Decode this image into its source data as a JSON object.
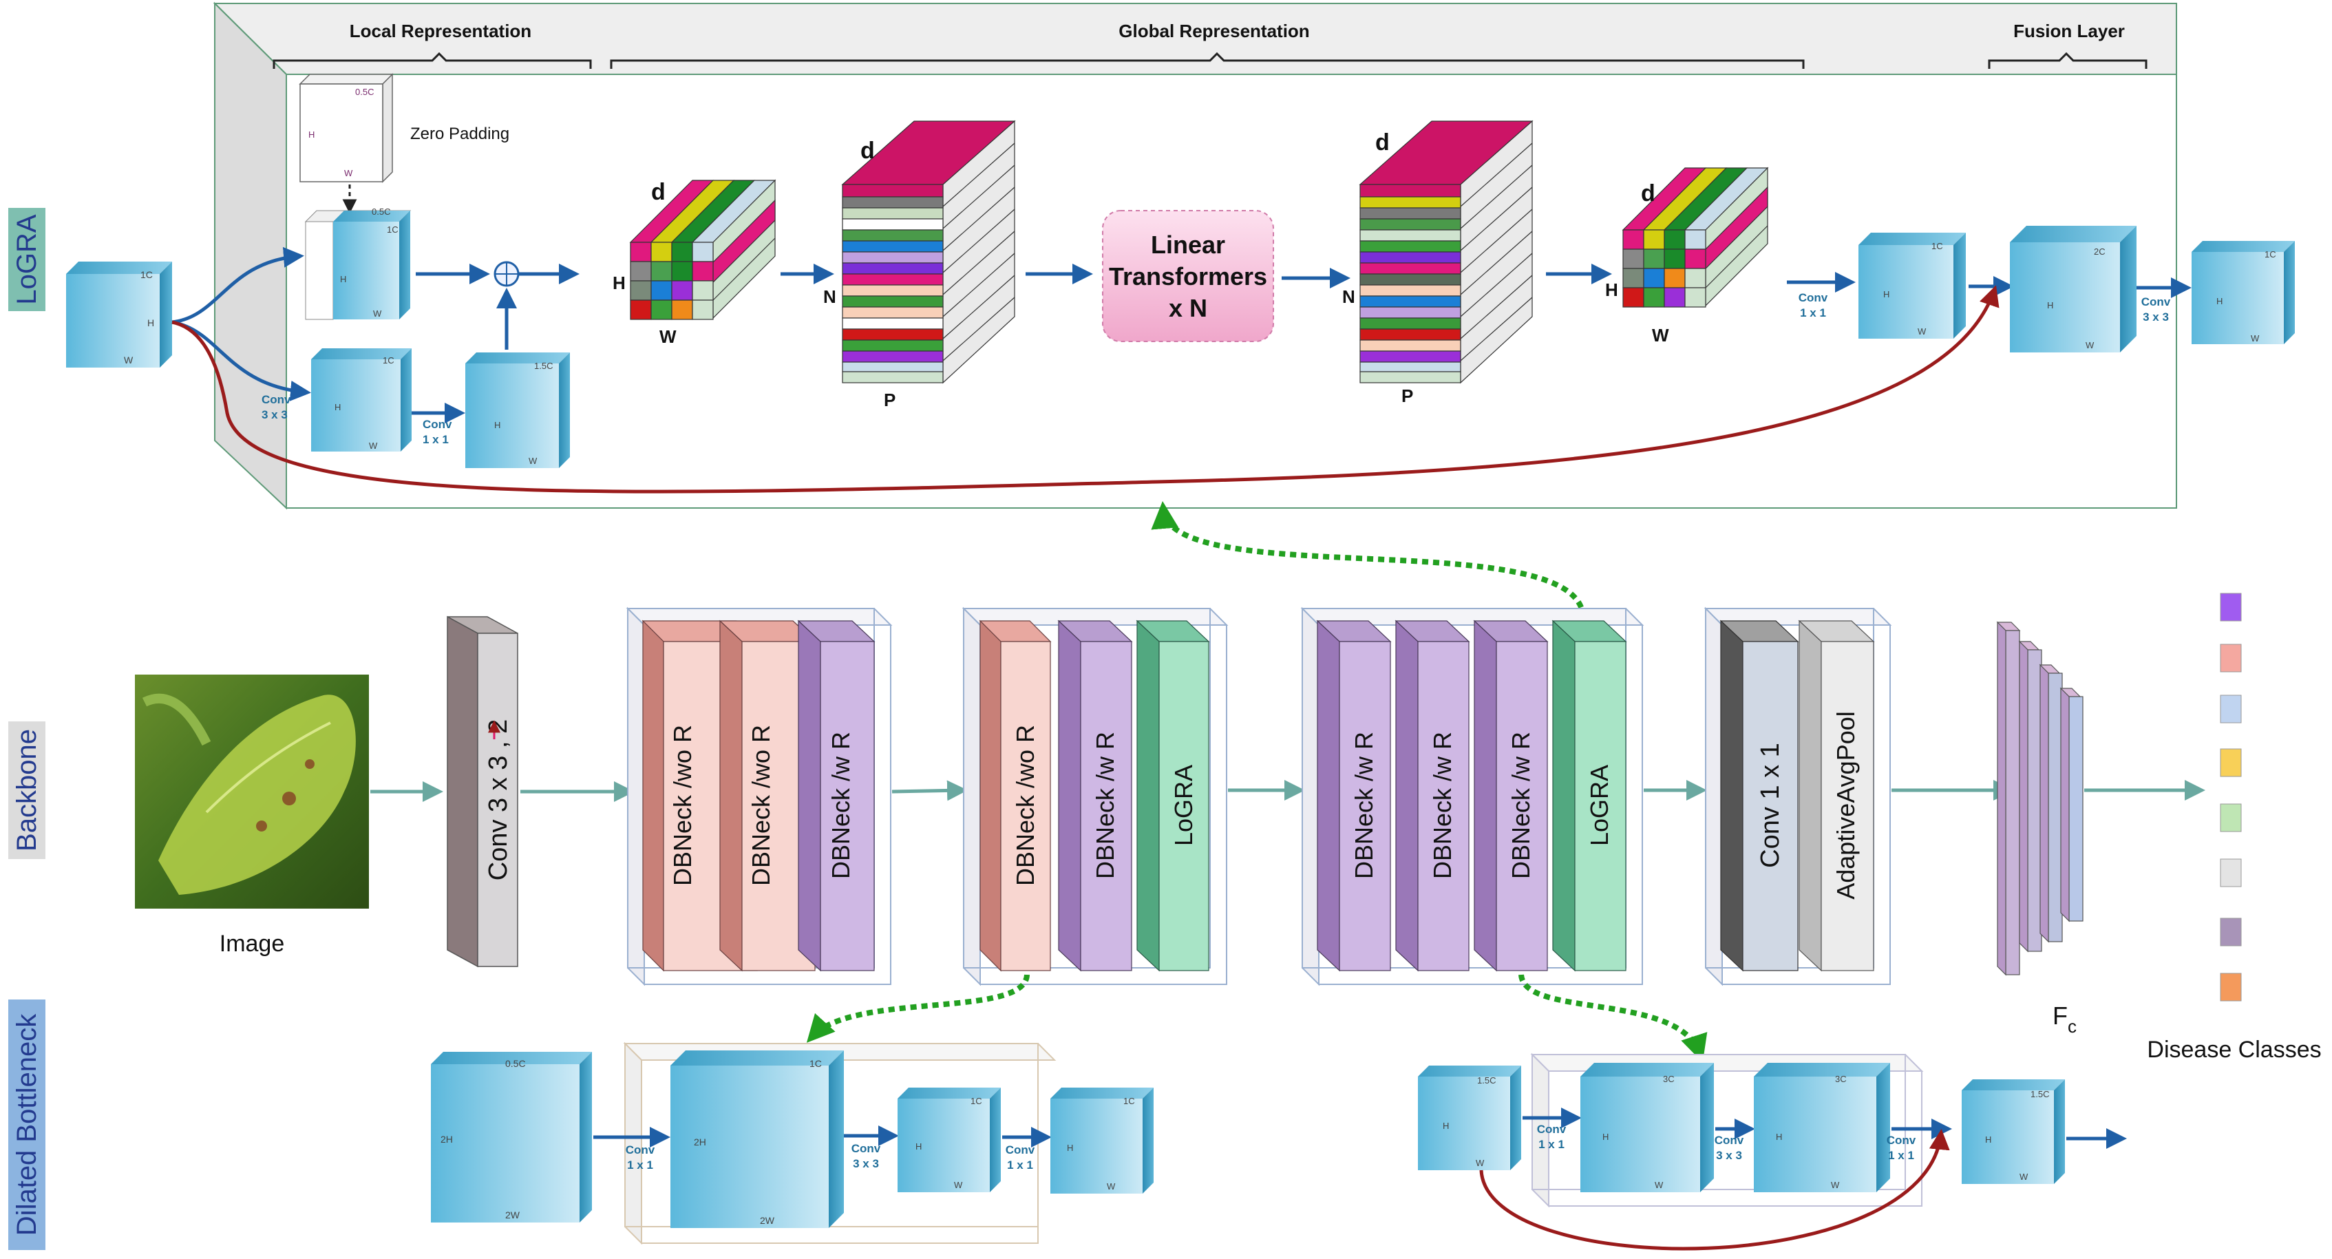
{
  "side_labels": {
    "logra": "LoGRA",
    "backbone": "Backbone",
    "bottleneck": "Dilated Bottleneck"
  },
  "sections": {
    "local": "Local Representation",
    "global": "Global Representation",
    "fusion": "Fusion Layer"
  },
  "logra": {
    "zero_padding": "Zero Padding",
    "transformer_line1": "Linear",
    "transformer_line2": "Transformers",
    "transformer_line3": "x N",
    "labels": {
      "d": "d",
      "H": "H",
      "W": "W",
      "N": "N",
      "P": "P"
    },
    "ops": {
      "conv3": "Conv",
      "conv3b": "3 x 3",
      "conv1": "Conv",
      "conv1b": "1 x 1"
    },
    "cube_text": {
      "c1": "1C",
      "c05": "0.5C",
      "c15": "1.5C",
      "c2": "2C",
      "H": "H",
      "W": "W"
    }
  },
  "backbone": {
    "image_label": "Image",
    "conv_stem": "Conv 3 x 3 , 2",
    "block1": [
      "DBNeck /wo R",
      "DBNeck /wo R",
      "DBNeck /w R"
    ],
    "block2": [
      "DBNeck /wo R",
      "DBNeck /w R",
      "LoGRA"
    ],
    "block3": [
      "DBNeck /w R",
      "DBNeck /w R",
      "DBNeck /w R",
      "LoGRA"
    ],
    "block4": [
      "Conv 1 x 1",
      "AdaptiveAvgPool"
    ],
    "fc_label": "F",
    "fc_sub": "c",
    "classes_label": "Disease Classes",
    "class_colors": [
      "#a05cf0",
      "#f4a8a0",
      "#c0d4f0",
      "#f8d058",
      "#bfe6b4",
      "#e4e4e4",
      "#a894b8",
      "#f49a5c"
    ]
  },
  "bottleneck": {
    "left": {
      "c05": "0.5C",
      "h2": "2H",
      "w2": "2W",
      "c1": "1C"
    },
    "right": {
      "c15": "1.5C",
      "c3": "3C"
    }
  },
  "colors": {
    "arrow": "#1f5fa6",
    "residual": "#9a1b1b",
    "dotted": "#22a020",
    "teal_arrow": "#6aa8a0"
  }
}
